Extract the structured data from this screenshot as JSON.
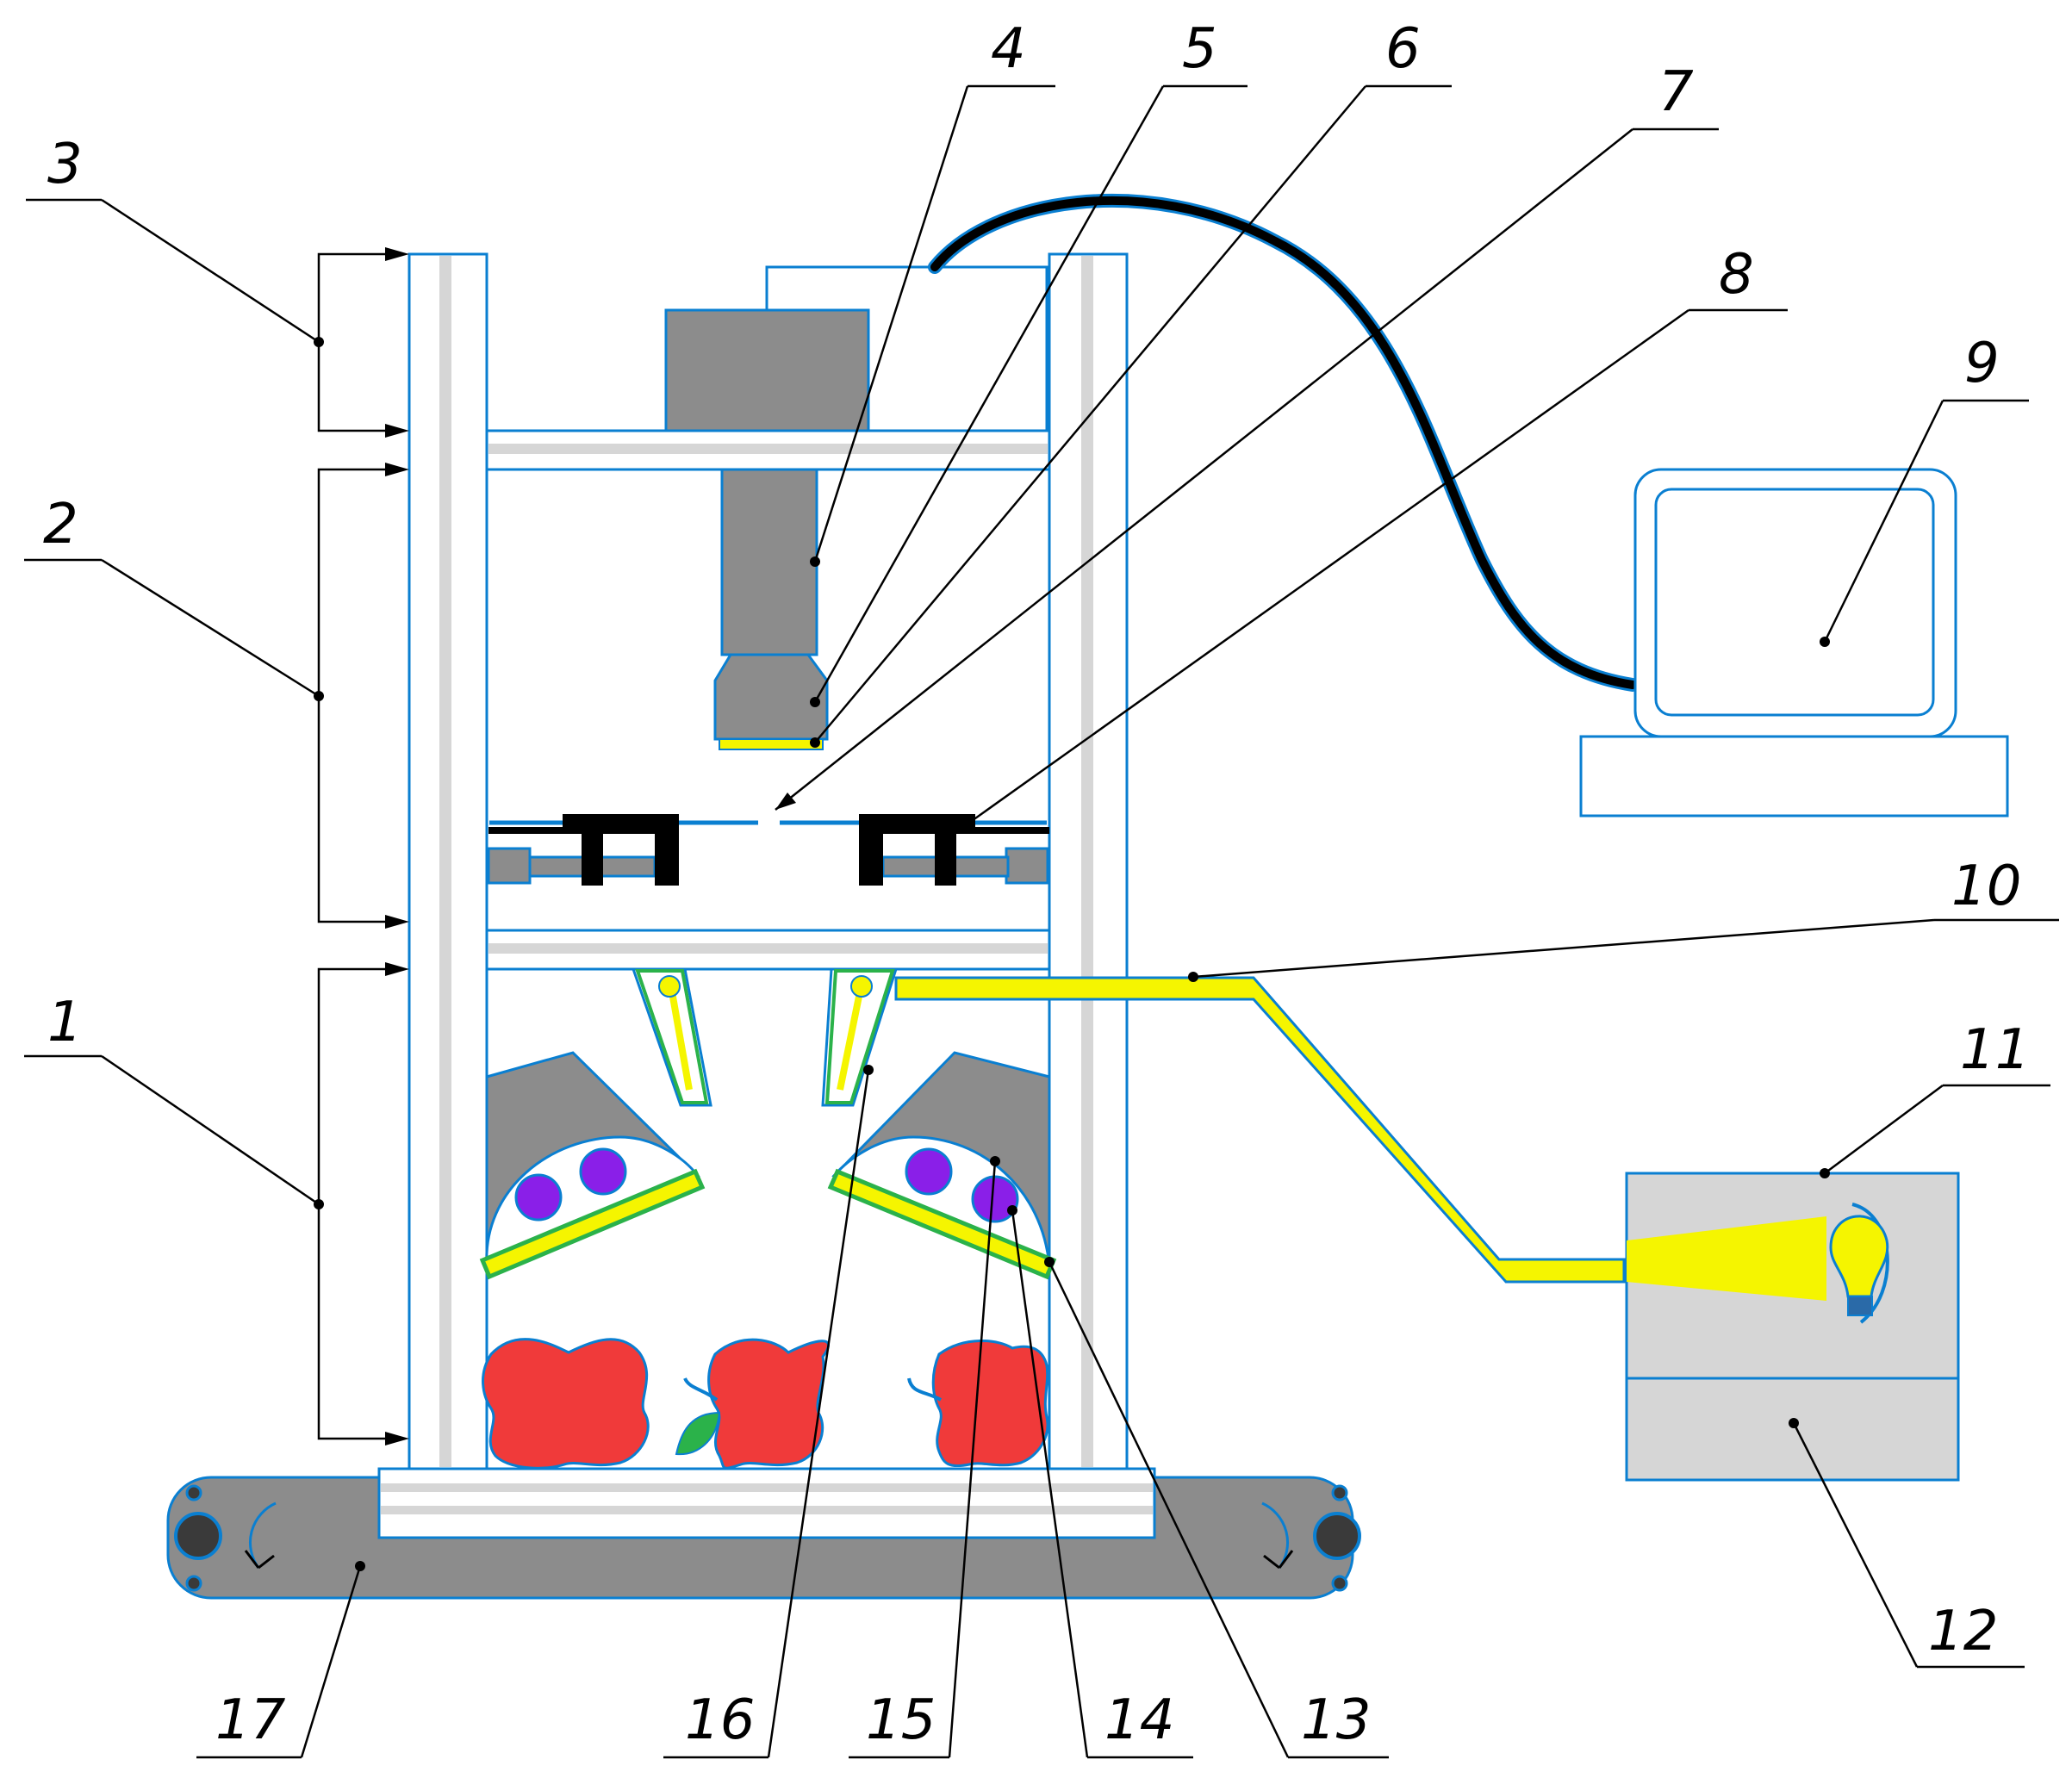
{
  "labels": {
    "l1": "1",
    "l2": "2",
    "l3": "3",
    "l4": "4",
    "l5": "5",
    "l6": "6",
    "l7": "7",
    "l8": "8",
    "l9": "9",
    "l10": "10",
    "l11": "11",
    "l12": "12",
    "l13": "13",
    "l14": "14",
    "l15": "15",
    "l16": "16",
    "l17": "17"
  },
  "colors": {
    "outline": "#0a7fd1",
    "gray": "#8c8c8c",
    "light_gray": "#d6d6d6",
    "light_guide": "#f5f500",
    "apple": "#f03a3a",
    "led": "#8a1fe8",
    "filter": "#2bb24a",
    "cable": "#000000"
  },
  "icons": {
    "lamp": "light-bulb-icon",
    "rotation": "rotation-arrow-icon",
    "pulley": "pulley-icon"
  }
}
